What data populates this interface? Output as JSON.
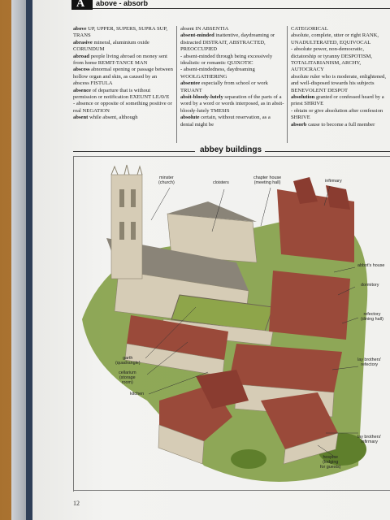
{
  "header": {
    "letter": "A",
    "guide_words": "above - absorb"
  },
  "columns": [
    [
      {
        "hw": "above",
        "def": " UP, UPPER, SUPERS, SUPRA SUP, TRANS"
      },
      {
        "hw": "abrasive",
        "def": " mineral, aluminium oxide CORUNDUM"
      },
      {
        "hw": "abroad",
        "def": " people living abroad on money sent from home REMIT-TANCE MAN"
      },
      {
        "hw": "abscess",
        "def": " abnormal opening or passage between hollow organ and skin, as caused by an abscess FISTULA"
      },
      {
        "hw": "absence",
        "def": " of departure that is without permission or notification EXEUNT LEAVE"
      },
      {
        "hw": "",
        "def": "- absence or opposite of something positive or real NEGATION"
      },
      {
        "hw": "absent",
        "def": " while absent, although"
      }
    ],
    [
      {
        "hw": "",
        "def": "absent IN ABSENTIA"
      },
      {
        "hw": "absent-minded",
        "def": " inattentive, daydreaming or distracted DISTRAIT, ABSTRACTED, PREOCCUPIED"
      },
      {
        "hw": "",
        "def": "- absent-minded through being excessively idealistic or romantic QUIXOTIC"
      },
      {
        "hw": "",
        "def": "- absent-mindedness, daydreaming WOOLGATHERING"
      },
      {
        "hw": "absentee",
        "def": " especially from school or work TRUANT"
      },
      {
        "hw": "absit-bloody-lutely",
        "def": " separation of the parts of a word by a word or words interposed, as in absit-bloody-lutely TMESIS"
      },
      {
        "hw": "absolute",
        "def": " certain, without reservation, as a denial might be"
      }
    ],
    [
      {
        "hw": "",
        "def": "CATEGORICAL"
      },
      {
        "hw": "",
        "def": "absolute, complete, utter or right RANK, UNADULTERATED, EQUIVOCAL"
      },
      {
        "hw": "",
        "def": "- absolute power, non-democratic, dictatorship or tyranny DESPOTISM, TOTALITARIANISM, ARCHY, AUTOCRACY"
      },
      {
        "hw": "",
        "def": "absolute ruler who is moderate, enlightened, and well-disposed towards his subjects BENEVOLENT DESPOT"
      },
      {
        "hw": "absolution",
        "def": " granted or confessed heard by a priest SHRIVE"
      },
      {
        "hw": "",
        "def": "- obtain or give absolution after confession SHRIVE"
      },
      {
        "hw": "absorb",
        "def": " cause to become a full member"
      }
    ]
  ],
  "section_title": "abbey buildings",
  "labels": {
    "minster": "minster\n(church)",
    "cloisters": "cloisters",
    "chapter": "chapter house\n(meeting hall)",
    "infirmary": "infirmary",
    "abbot": "abbot's house",
    "dormitory": "dormitory",
    "refectory": "refectory\n(dining hall)",
    "lay_refectory": "lay brothers'\nrefectory",
    "garth": "garth\n(quadrangle)",
    "cellarium": "cellarium\n(storage\nroom)",
    "kitchen": "kitchen",
    "lay_infirmary": "lay brothers'\ninfirmary",
    "hospice": "hospice\n(lodging\nfor guests)"
  },
  "page_number": "12",
  "colors": {
    "roof": "#9a4a3a",
    "stone": "#d6ccb6",
    "grass": "#7c9a3c"
  }
}
